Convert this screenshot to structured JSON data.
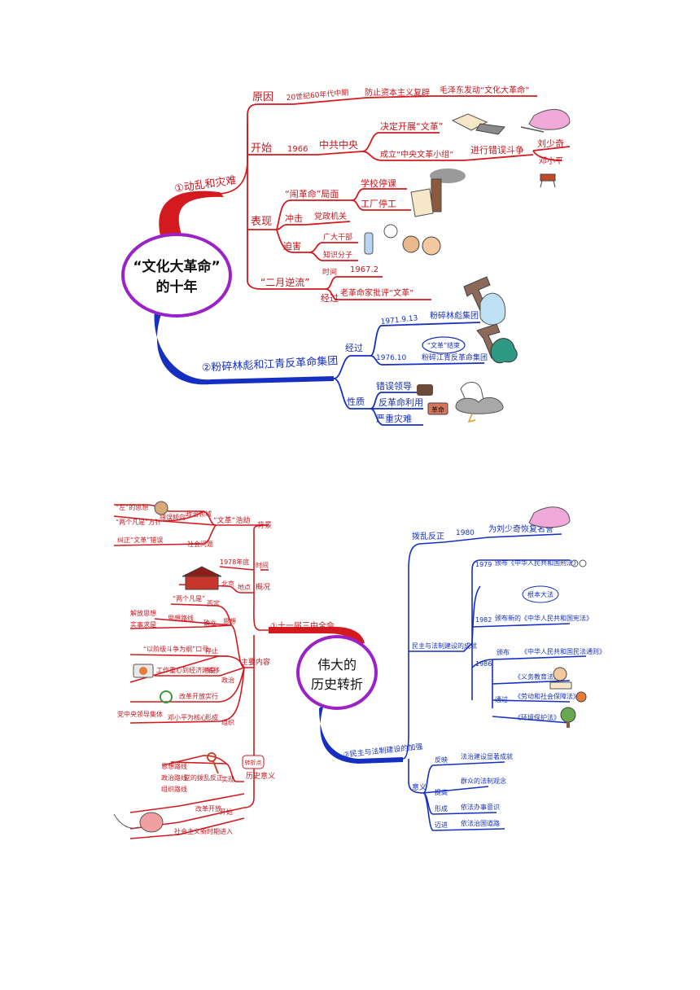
{
  "colors": {
    "red": "#d21a1f",
    "blue": "#1530c0",
    "purple": "#9b22c8",
    "dark": "#222222"
  },
  "map1": {
    "center_line1": "“文化大革命”",
    "center_line2": "的十年",
    "branch1": "①动乱和灾难",
    "reason": "原因",
    "reason_time": "20世纪60年代中期",
    "reason_1": "防止资本主义复辟",
    "reason_2": "毛泽东发动“文化大革命”",
    "start": "开始",
    "start_year": "1966",
    "start_org": "中共中央",
    "start_1": "决定开展“文革”",
    "start_2": "成立“中央文革小组”",
    "start_3": "进行错误斗争",
    "victim_1": "刘少奇",
    "victim_2": "邓小平",
    "perf": "表现",
    "perf_a": "“闹革命”局面",
    "perf_a1": "学校停课",
    "perf_a2": "工厂停工",
    "perf_b": "冲击",
    "perf_b1": "党政机关",
    "perf_c": "迫害",
    "perf_c1": "广大干部",
    "perf_c2": "知识分子",
    "feb": "“二月逆流”",
    "feb_time_label": "时间",
    "feb_time": "1967.2",
    "feb_proc_label": "经过",
    "feb_proc": "老革命家批评“文革”",
    "branch2": "②粉碎林彪和江青反革命集团",
    "proc": "经过",
    "date1": "1971.9.13",
    "event1": "粉碎林彪集团",
    "date2": "1976.10",
    "end_bubble": "“文革”结束",
    "event2": "粉碎江青反革命集团",
    "nature": "性质",
    "nature_1": "错误领导",
    "nature_2": "反革命利用",
    "nature_3": "严重灾难",
    "sign": "革命"
  },
  "map2": {
    "center_line1": "伟大的",
    "center_line2": "历史转折",
    "l_branch": "①十一届三中全会",
    "bg": "背景",
    "bg_a": "“文革”浩劫",
    "bg_a1": "政治领域",
    "bg_a1a": "“左”的思想",
    "bg_a1b": "“两个凡是”方针",
    "bg_a1c": "错误倾向",
    "bg_a2": "社会问题",
    "bg_a2a": "纠正“文革”错误",
    "gen": "概况",
    "gen_time_label": "时间",
    "gen_time": "1978年底",
    "gen_place_label": "地点",
    "gen_place": "北京",
    "main": "主要内容",
    "thought": "思想",
    "t1": "否定",
    "t1a": "“两个凡是”",
    "t2": "确立",
    "t2a": "解放思想",
    "t2b": "实事求是",
    "t2c": "思想路线",
    "pol": "政治",
    "p1": "停止",
    "p1a": "“以阶级斗争为纲”口号",
    "p2": "转移",
    "p2a": "工作重心到经济建设",
    "p3": "实行",
    "p3a": "改革开放",
    "org": "组织",
    "o1": "形成",
    "o1a": "邓小平为核心",
    "o1b": "党中央领导集体",
    "sig": "历史意义",
    "sig_tag": "转折点",
    "s1": "实现",
    "s1a": "党的拨乱反正",
    "s1b": "思想路线",
    "s1c": "政治路线",
    "s1d": "组织路线",
    "s2": "开始",
    "s2a": "改革开放",
    "s3": "进入",
    "s3a": "社会主义新时期",
    "r_branch": "②民主与法制建设的加强",
    "fix": "拨乱反正",
    "fix_year": "1980",
    "fix_a": "为刘少奇恢复名誉",
    "law": "民主与法制建设的成就",
    "y1979": "1979",
    "law1": "颁布《中华人民共和国刑法》",
    "bubble": "根本大法",
    "y1982": "1982",
    "law2": "颁布新的《中华人民共和国宪法》",
    "y1986": "1986",
    "issue": "颁布",
    "law3": "《中华人民共和国民法通则》",
    "pass": "通过",
    "law4": "《义务教育法》",
    "law5": "《劳动和社会保障法》",
    "law6": "《环境保护法》",
    "mean": "意义",
    "m1": "反映",
    "m1a": "法治建设显著成就",
    "m2": "提高",
    "m2a": "群众的法制观念",
    "m3": "形成",
    "m3a": "依法办事意识",
    "m4": "迈进",
    "m4a": "依法治国道路"
  }
}
